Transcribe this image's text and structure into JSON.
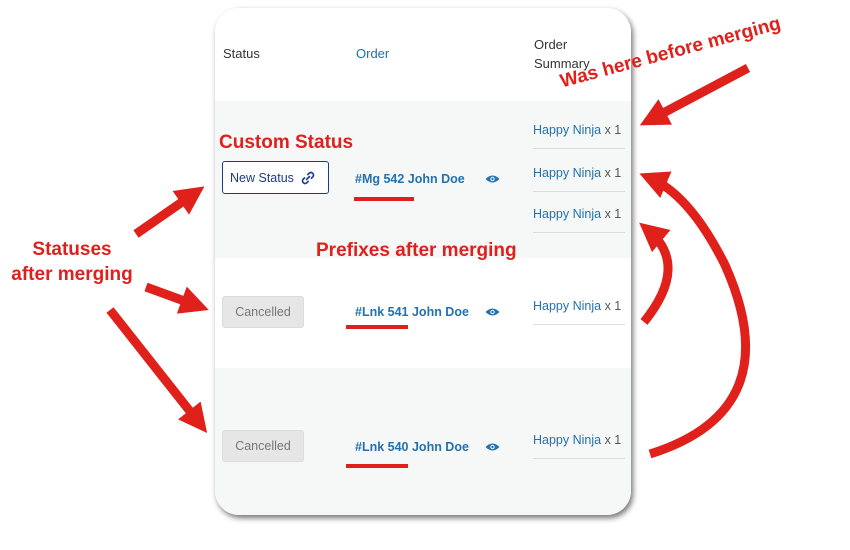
{
  "table": {
    "headers": {
      "status": "Status",
      "order": "Order",
      "summary": "Order Summary"
    },
    "rows": [
      {
        "status": "New Status",
        "order": "#Mg 542 John Doe",
        "summary": [
          {
            "name": "Happy Ninja",
            "qty": "x 1"
          },
          {
            "name": "Happy Ninja",
            "qty": "x 1"
          },
          {
            "name": "Happy Ninja",
            "qty": "x 1"
          }
        ]
      },
      {
        "status": "Cancelled",
        "order": "#Lnk 541 John Doe",
        "summary": [
          {
            "name": "Happy Ninja",
            "qty": "x 1"
          }
        ]
      },
      {
        "status": "Cancelled",
        "order": "#Lnk 540 John Doe",
        "summary": [
          {
            "name": "Happy Ninja",
            "qty": "x 1"
          }
        ]
      }
    ]
  },
  "annotations": {
    "custom_status": "Custom Status",
    "prefixes": "Prefixes after merging",
    "statuses_line1": "Statuses",
    "statuses_line2": "after merging",
    "was_here": "Was here before merging"
  },
  "colors": {
    "annotation": "#e0201b",
    "link": "#2271b1",
    "status_border": "#1d3a8a"
  },
  "icons": {
    "status_link": "link-icon",
    "order_view": "eye-icon"
  }
}
